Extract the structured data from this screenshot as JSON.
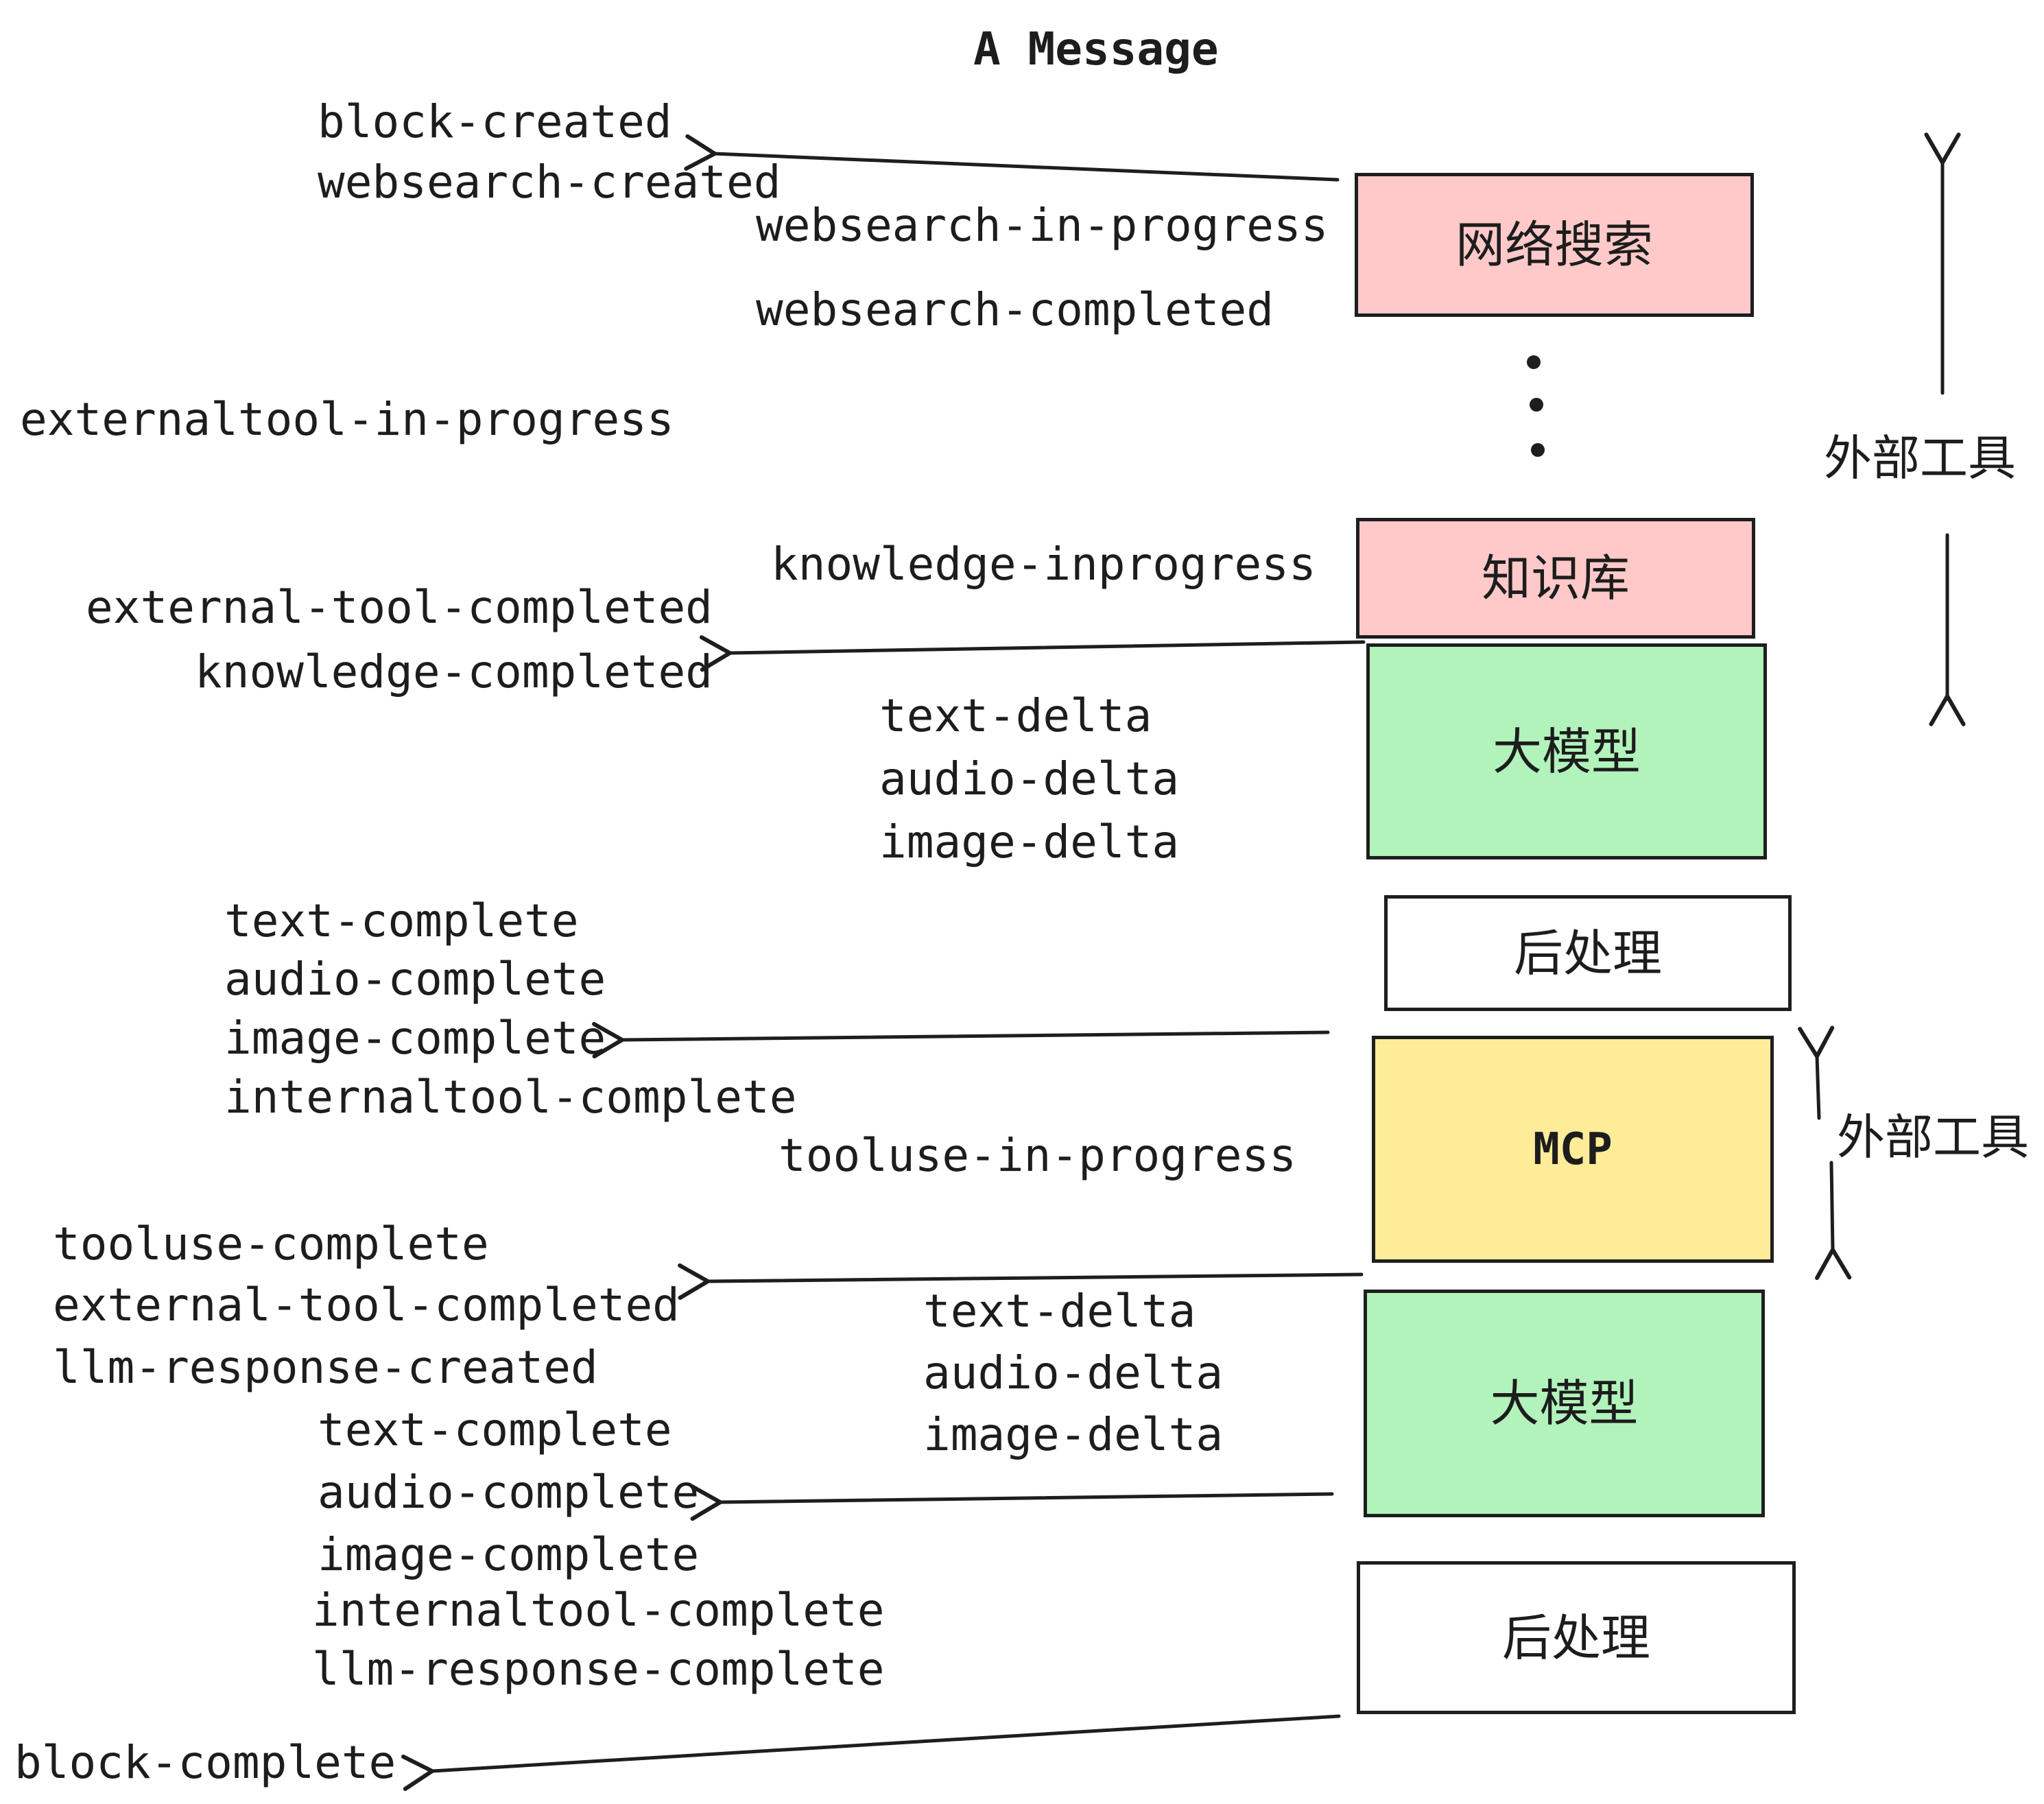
{
  "title": {
    "text": "A Message"
  },
  "boxes": [
    {
      "id": "websearch",
      "label": "网络搜索",
      "fill": "#ffc9c9"
    },
    {
      "id": "knowledge",
      "label": "知识库",
      "fill": "#ffc9c9"
    },
    {
      "id": "llm1",
      "label": "大模型",
      "fill": "#b2f2bb"
    },
    {
      "id": "post1",
      "label": "后处理",
      "fill": "#ffffff"
    },
    {
      "id": "mcp",
      "label": "MCP",
      "fill": "#ffec99"
    },
    {
      "id": "llm2",
      "label": "大模型",
      "fill": "#b2f2bb"
    },
    {
      "id": "post2",
      "label": "后处理",
      "fill": "#ffffff"
    }
  ],
  "side_labels": [
    {
      "text": "外部工具"
    },
    {
      "text": "外部工具"
    }
  ],
  "events": [
    {
      "text": "block-created"
    },
    {
      "text": "websearch-created"
    },
    {
      "text": "websearch-in-progress"
    },
    {
      "text": "websearch-completed"
    },
    {
      "text": "externaltool-in-progress"
    },
    {
      "text": "knowledge-inprogress"
    },
    {
      "text": "external-tool-completed"
    },
    {
      "text": "knowledge-completed"
    },
    {
      "text": "text-delta"
    },
    {
      "text": "audio-delta"
    },
    {
      "text": "image-delta"
    },
    {
      "text": "text-complete"
    },
    {
      "text": "audio-complete"
    },
    {
      "text": "image-complete"
    },
    {
      "text": "internaltool-complete"
    },
    {
      "text": "tooluse-in-progress"
    },
    {
      "text": "tooluse-complete"
    },
    {
      "text": "external-tool-completed"
    },
    {
      "text": "llm-response-created"
    },
    {
      "text": "text-complete"
    },
    {
      "text": "audio-complete"
    },
    {
      "text": "image-complete"
    },
    {
      "text": "internaltool-complete"
    },
    {
      "text": "llm-response-complete"
    },
    {
      "text": "block-complete"
    },
    {
      "text": "text-delta"
    },
    {
      "text": "audio-delta"
    },
    {
      "text": "image-delta"
    }
  ],
  "colors": {
    "ink": "#1e1e1e",
    "pink": "#ffc9c9",
    "green": "#b2f2bb",
    "yellow": "#ffec99",
    "white": "#ffffff"
  }
}
